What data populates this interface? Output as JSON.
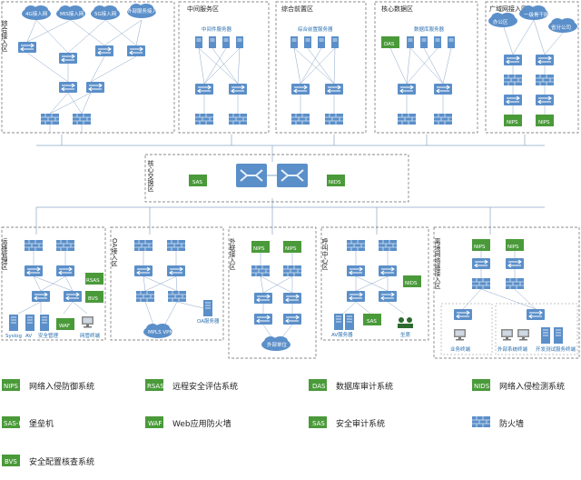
{
  "zones": {
    "integrated_access": {
      "title": "综合接入区",
      "clouds": [
        "4G接入网",
        "MIS接入网",
        "5G接入网",
        "外部服务接入网"
      ]
    },
    "middleware": {
      "title": "中间服务区",
      "servers_label": "中间件服务器"
    },
    "integrated_frontend": {
      "title": "综合前置区",
      "servers_label": "综合前置服务器"
    },
    "core_data": {
      "title": "核心数据区",
      "servers_label": "数据库服务器",
      "device": "DAS"
    },
    "wan_access": {
      "title": "广域网接入区",
      "clouds": [
        "办公区",
        "一级骨干网",
        "省分公司"
      ],
      "devices": [
        "NIPS",
        "NIPS"
      ]
    },
    "core_switch": {
      "title": "核心交换区",
      "devices": [
        "SAS",
        "NIDS"
      ]
    },
    "ops": {
      "title": "运维管理区",
      "devices": [
        "RSAS",
        "BVS",
        "WAF"
      ],
      "labels": [
        "Syslog",
        "AV",
        "安全管理",
        "网管终端"
      ]
    },
    "oa": {
      "title": "OA接入区",
      "labels": [
        "OA服务器",
        "MPLS VPN"
      ]
    },
    "external": {
      "title": "外联接入区",
      "devices": [
        "NIPS",
        "NIPS"
      ],
      "labels": [
        "外部单位"
      ]
    },
    "callcenter": {
      "title": "呼叫中心区",
      "devices": [
        "NIDS",
        "SAS"
      ],
      "labels": [
        "AV服务器",
        "坐席"
      ]
    },
    "remote": {
      "title": "离境网络链接入区",
      "devices": [
        "NIPS",
        "NIPS"
      ],
      "labels": [
        "业务终端",
        "外部系统终端",
        "开发测试服务终端"
      ]
    }
  },
  "legend": [
    {
      "tag": "NIPS",
      "label": "网络入侵防御系统"
    },
    {
      "tag": "RSAS",
      "label": "远程安全评估系统"
    },
    {
      "tag": "DAS",
      "label": "数据库审计系统"
    },
    {
      "tag": "NIDS",
      "label": "网络入侵检测系统"
    },
    {
      "tag": "SAS-H",
      "label": "堡垒机"
    },
    {
      "tag": "WAF",
      "label": "Web应用防火墙"
    },
    {
      "tag": "SAS",
      "label": "安全审计系统"
    },
    {
      "tag": "firewall",
      "label": "防火墙"
    },
    {
      "tag": "BVS",
      "label": "安全配置核查系统"
    }
  ],
  "colors": {
    "device": "#5b8fc9",
    "green": "#4a9a3a",
    "line": "#8aa6c6",
    "border": "#666666"
  }
}
